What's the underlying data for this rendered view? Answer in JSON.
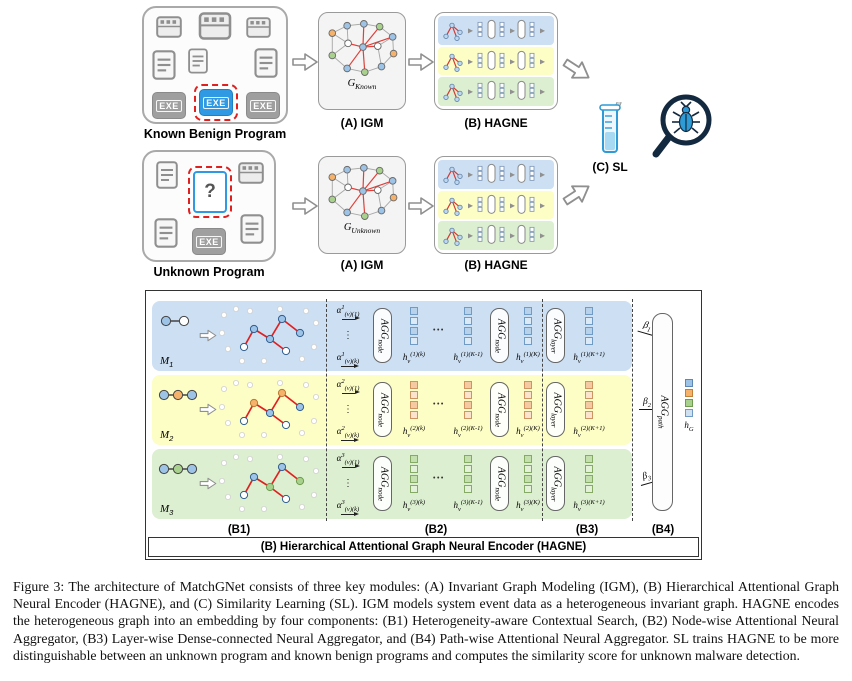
{
  "colors": {
    "band_blue": "#cddff3",
    "band_yellow": "#fdfdc6",
    "band_green": "#dcefd0",
    "highlight_red": "#e01f1f",
    "node_blue": "#9dc3e6",
    "node_orange": "#f6b26b",
    "node_green": "#a9d18e",
    "exe_blue": "#2f9ae3",
    "exe_gray": "#9f9f9f",
    "sl_blue": "#2e9bd6"
  },
  "pipeline": {
    "known": {
      "label": "Known Benign Program",
      "exe": "EXE",
      "graph": {
        "base": "G",
        "sub": "Known"
      },
      "igm_label": "(A) IGM",
      "hagne_label": "(B) HAGNE"
    },
    "unknown": {
      "label": "Unknown Program",
      "exe": "EXE",
      "qmark": "?",
      "graph": {
        "base": "G",
        "sub": "Unknown"
      },
      "igm_label": "(A) IGM",
      "hagne_label": "(B) HAGNE"
    },
    "sl_label": "(C) SL"
  },
  "hagne": {
    "title": "(B) Hierarchical Attentional Graph Neural Encoder (HAGNE)",
    "cols": [
      "(B1)",
      "(B2)",
      "(B3)",
      "(B4)"
    ],
    "agg_node": {
      "base": "AGG",
      "sub": "node"
    },
    "agg_layer": {
      "base": "AGG",
      "sub": "layer"
    },
    "agg_path": {
      "base": "AGG",
      "sub": "path"
    },
    "h_g": {
      "base": "h",
      "sub": "G"
    },
    "vdots": "⋮",
    "hdots": "•••",
    "rows": [
      {
        "m": {
          "base": "M",
          "sub": "1"
        },
        "alpha_top": {
          "base": "α",
          "sup": "1",
          "sub": "(v)(1)"
        },
        "alpha_bot": {
          "base": "α",
          "sup": "1",
          "sub": "(v)(k)"
        },
        "h_k": {
          "base": "h",
          "sub": "v",
          "sup": "(1)(k)"
        },
        "h_km1": {
          "base": "h",
          "sub": "v",
          "sup": "(1)(K-1)"
        },
        "h_K": {
          "base": "h",
          "sub": "v",
          "sup": "(1)(K)"
        },
        "h_kp1": {
          "base": "h",
          "sub": "v",
          "sup": "(1)(K+1)"
        },
        "beta": {
          "base": "β",
          "sub": "1"
        }
      },
      {
        "m": {
          "base": "M",
          "sub": "2"
        },
        "alpha_top": {
          "base": "α",
          "sup": "2",
          "sub": "(v)(1)"
        },
        "alpha_bot": {
          "base": "α",
          "sup": "2",
          "sub": "(v)(k)"
        },
        "h_k": {
          "base": "h",
          "sub": "v",
          "sup": "(2)(k)"
        },
        "h_km1": {
          "base": "h",
          "sub": "v",
          "sup": "(2)(K-1)"
        },
        "h_K": {
          "base": "h",
          "sub": "v",
          "sup": "(2)(K)"
        },
        "h_kp1": {
          "base": "h",
          "sub": "v",
          "sup": "(2)(K+1)"
        },
        "beta": {
          "base": "β",
          "sub": "2"
        }
      },
      {
        "m": {
          "base": "M",
          "sub": "3"
        },
        "alpha_top": {
          "base": "α",
          "sup": "3",
          "sub": "(v)(1)"
        },
        "alpha_bot": {
          "base": "α",
          "sup": "3",
          "sub": "(v)(k)"
        },
        "h_k": {
          "base": "h",
          "sub": "v",
          "sup": "(3)(k)"
        },
        "h_km1": {
          "base": "h",
          "sub": "v",
          "sup": "(3)(K-1)"
        },
        "h_K": {
          "base": "h",
          "sub": "v",
          "sup": "(3)(K)"
        },
        "h_kp1": {
          "base": "h",
          "sub": "v",
          "sup": "(3)(K+1)"
        },
        "beta": {
          "base": "β",
          "sub": "3"
        }
      }
    ]
  },
  "caption": "Figure 3: The architecture of MatchGNet consists of three key modules: (A) Invariant Graph Modeling (IGM), (B) Hierarchical Attentional Graph Neural Encoder (HAGNE), and (C) Similarity Learning (SL). IGM models system event data as a heterogeneous invariant graph. HAGNE encodes the heterogeneous graph into an embedding by four components: (B1) Heterogeneity-aware Contextual Search, (B2) Node-wise Attentional Neural Aggregator, (B3) Layer-wise Dense-connected Neural Aggregator, and (B4) Path-wise Attentional Neural Aggregator. SL trains HAGNE to be more distinguishable between an unknown program and known benign programs and computes the similarity score for unknown malware detection."
}
